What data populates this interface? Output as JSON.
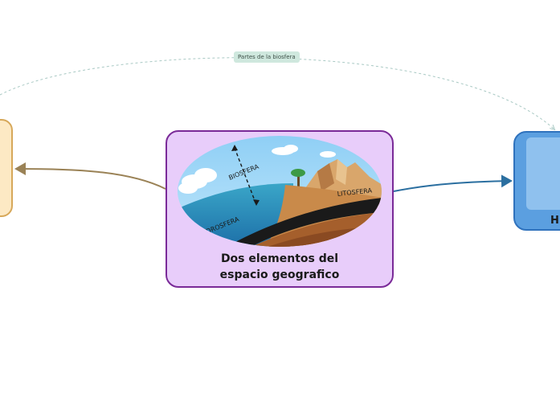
{
  "relationship": {
    "label": "Partes de la biosfera"
  },
  "central_topic": {
    "title": "Dos elementos del\nespacio geografico",
    "image_labels": {
      "biosfera": "BIOSFERA",
      "hidrosfera": "HIDROSFERA",
      "litosfera": "LITOSFERA"
    }
  },
  "right_topic": {
    "label": "Hi"
  },
  "colors": {
    "left_topic_fill": "#fde9c4",
    "left_topic_border": "#d7a85a",
    "central_fill": "#e8cdfa",
    "central_border": "#7a2a98",
    "right_topic_fill": "#5b9fe0",
    "right_topic_border": "#2f72bd",
    "left_connector": "#9a8256",
    "right_connector": "#2b6fa0",
    "relationship_line": "#a9c9c4",
    "relationship_label_bg": "#cfe8de"
  }
}
